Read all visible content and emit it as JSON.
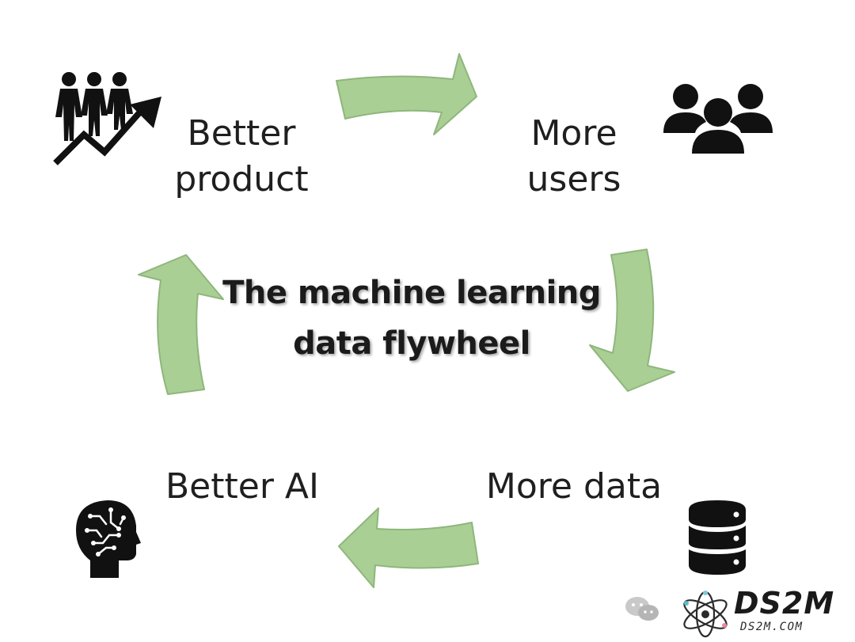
{
  "diagram": {
    "title_lines": [
      "The machine learning",
      "data flywheel"
    ],
    "nodes": [
      {
        "id": "better-product",
        "lines": [
          "Better",
          "product"
        ],
        "icon": "people-growth-icon"
      },
      {
        "id": "more-users",
        "lines": [
          "More",
          "users"
        ],
        "icon": "users-group-icon"
      },
      {
        "id": "more-data",
        "lines": [
          "More data"
        ],
        "icon": "database-icon"
      },
      {
        "id": "better-ai",
        "lines": [
          "Better AI"
        ],
        "icon": "ai-head-icon"
      }
    ],
    "arrows": [
      {
        "from": "better-product",
        "to": "more-users"
      },
      {
        "from": "more-users",
        "to": "more-data"
      },
      {
        "from": "more-data",
        "to": "better-ai"
      },
      {
        "from": "better-ai",
        "to": "better-product"
      }
    ],
    "colors": {
      "arrow_fill": "#a9cf94",
      "arrow_stroke": "#8fb67c",
      "icon": "#111111",
      "text": "#1f1f1f"
    }
  },
  "watermark": {
    "brand": "DS2M",
    "url": "DS2M.COM",
    "icons": [
      "wechat-icon",
      "atom-logo-icon"
    ]
  }
}
